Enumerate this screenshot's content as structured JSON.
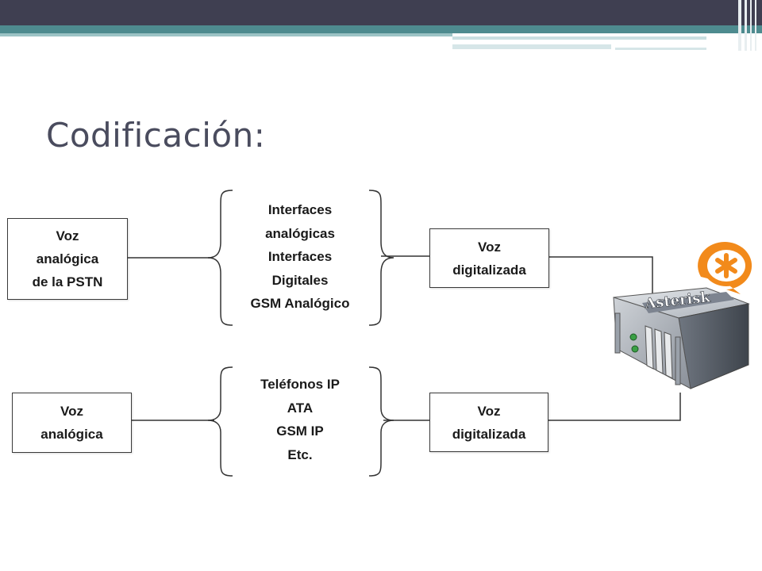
{
  "slide": {
    "title": "Codificación:"
  },
  "diagram": {
    "rows": [
      {
        "source": "Voz\nanalógica\nde la PSTN",
        "interfaces": "Interfaces\nanalógicas\nInterfaces\nDigitales\nGSM Analógico",
        "output": "Voz\ndigitalizada"
      },
      {
        "source": "Voz\nanalógica",
        "interfaces": "Teléfonos IP\nATA\nGSM IP\nEtc.",
        "output": "Voz\ndigitalizada"
      }
    ],
    "server": {
      "label": "Asterisk",
      "logo_icon": "asterisk-logo-icon"
    }
  },
  "colors": {
    "header_dark": "#3f3f51",
    "header_teal": "#4e8b8f",
    "title": "#4a4c5e",
    "accent_orange": "#f28a1b"
  }
}
